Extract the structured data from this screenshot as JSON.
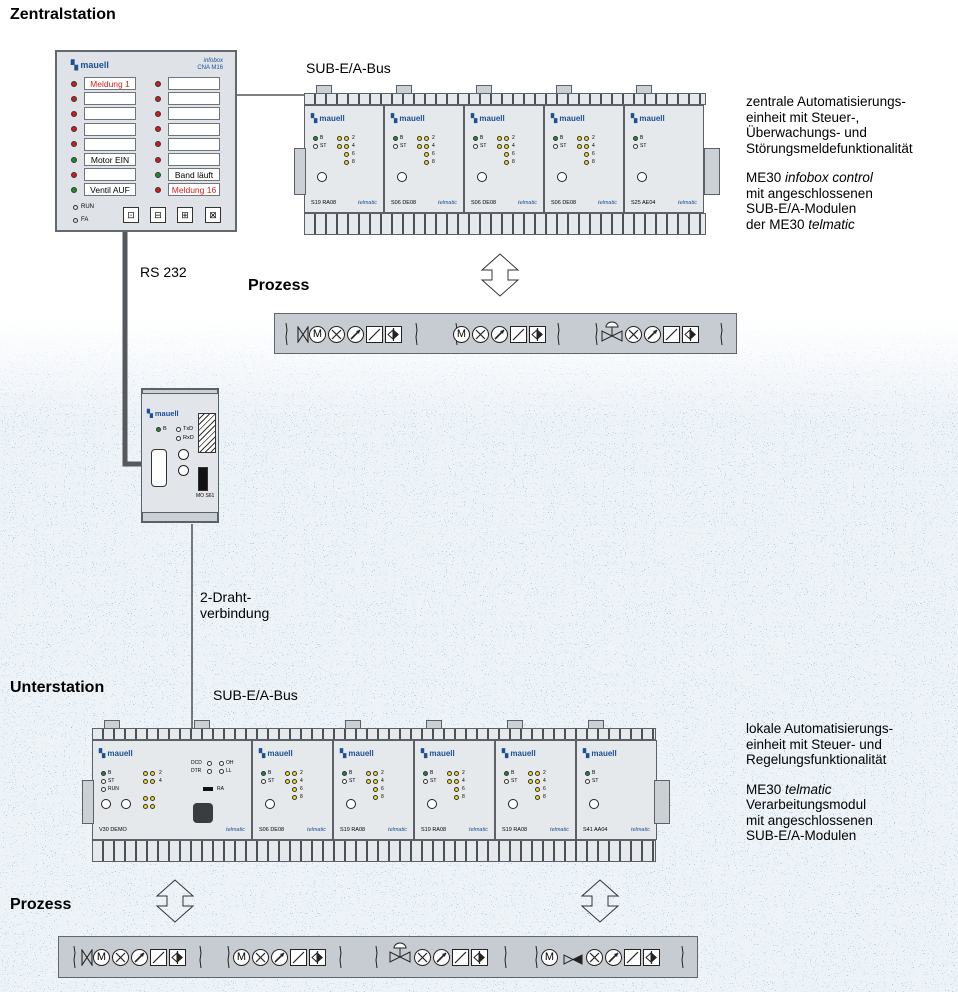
{
  "diagram": {
    "title_zentral": "Zentralstation",
    "title_unter": "Unterstation",
    "bus_label_top": "SUB-E/A-Bus",
    "bus_label_bottom": "SUB-E/A-Bus",
    "rs232_label": "RS 232",
    "two_wire_label_1": "2-Draht-",
    "two_wire_label_2": "verbindung",
    "prozess_top": "Prozess",
    "prozess_bottom": "Prozess",
    "desc_top": {
      "line1": "zentrale Automatisierungs-",
      "line2": "einheit mit Steuer-,",
      "line3": "Überwachungs- und",
      "line4": "Störungsmeldefunktionalität",
      "line5_prefix": "ME30 ",
      "line5_italic": "infobox control",
      "line6": "mit angeschlossenen",
      "line7": "SUB-E/A-Modulen",
      "line8_prefix": "der ME30 ",
      "line8_italic": "telmatic"
    },
    "desc_bottom": {
      "line1": "lokale Automatisierungs-",
      "line2": "einheit mit Steuer- und",
      "line3": "Regelungsfunktionalität",
      "line4_prefix": "ME30 ",
      "line4_italic": "telmatic",
      "line5": "Verarbeitungsmodul",
      "line6": "mit angeschlossenen",
      "line7": "SUB-E/A-Modulen"
    }
  },
  "panel": {
    "brand": "mauell",
    "info_line1": "infobox",
    "info_line2": "CNA M16",
    "left_fields": [
      "Meldung 1",
      "",
      "",
      "",
      "",
      "Motor EIN",
      "",
      "Ventil AUF"
    ],
    "right_fields": [
      "",
      "",
      "",
      "",
      "",
      "",
      "Band läuft",
      "Meldung 16"
    ],
    "run_label": "RUN",
    "fa_label": "FA"
  },
  "top_modules": [
    {
      "name": "S19 RA08",
      "brand": "mauell",
      "tel": "telmatic"
    },
    {
      "name": "S06 DE08",
      "brand": "mauell",
      "tel": "telmatic"
    },
    {
      "name": "S06 DE08",
      "brand": "mauell",
      "tel": "telmatic"
    },
    {
      "name": "S06 DE08",
      "brand": "mauell",
      "tel": "telmatic"
    },
    {
      "name": "S25 AE04",
      "brand": "mauell",
      "tel": "telmatic"
    }
  ],
  "bottom_modules": [
    {
      "name": "V30 DEMO",
      "brand": "mauell",
      "tel": "telmatic"
    },
    {
      "name": "S06 DE08",
      "brand": "mauell",
      "tel": "telmatic"
    },
    {
      "name": "S19 RA08",
      "brand": "mauell",
      "tel": "telmatic"
    },
    {
      "name": "S19 RA08",
      "brand": "mauell",
      "tel": "telmatic"
    },
    {
      "name": "S19 RA08",
      "brand": "mauell",
      "tel": "telmatic"
    },
    {
      "name": "S41 AA04",
      "brand": "mauell",
      "tel": "telmatic"
    }
  ],
  "interface_module": {
    "brand": "mauell",
    "txd": "TxD",
    "rxd": "RxD",
    "name": "MO S61"
  },
  "process_symbols": {
    "motor": "M"
  }
}
